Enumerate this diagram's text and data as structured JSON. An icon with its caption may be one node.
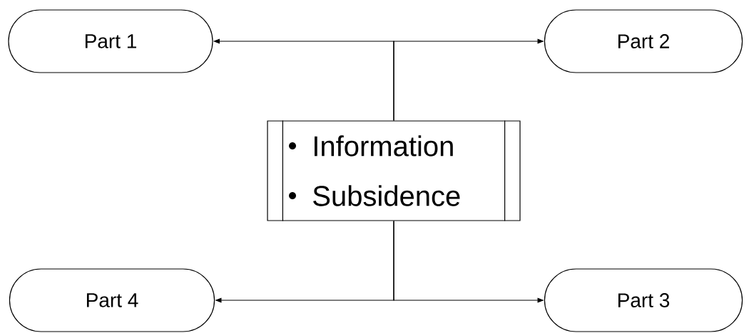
{
  "diagram": {
    "nodes": [
      {
        "text": [
          "Part 1"
        ]
      },
      {
        "text": [
          "Part 2"
        ]
      },
      {
        "text": [
          "Information",
          "Subsidence"
        ]
      },
      {
        "text": [
          "Part 4"
        ]
      },
      {
        "text": [
          "Part 3"
        ]
      }
    ],
    "edges": [
      {
        "from": 2,
        "to": 0,
        "arrow": "to"
      },
      {
        "from": 2,
        "to": 1,
        "arrow": "to"
      },
      {
        "from": 2,
        "to": 3,
        "arrow": "to"
      },
      {
        "from": 2,
        "to": 4,
        "arrow": "to"
      }
    ]
  }
}
